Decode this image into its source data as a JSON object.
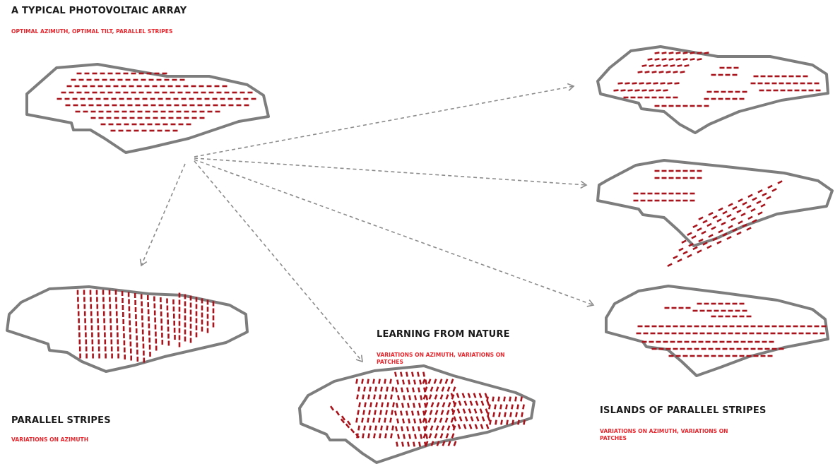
{
  "colors": {
    "outline": "#7d7d7d",
    "panel": "#a8141c",
    "arrow": "#8c8c8c",
    "title": "#1a1a1a",
    "subtitle": "#e8262d"
  },
  "labels": {
    "main_title": "A TYPICAL PHOTOVOLTAIC ARRAY",
    "main_subtitle": "OPTIMAL AZIMUTH, OPTIMAL TILT, PARALLEL STRIPES",
    "parallel_title": "PARALLEL STRIPES",
    "parallel_subtitle": "VARIATIONS ON AZIMUTH",
    "nature_title": "LEARNING FROM NATURE",
    "nature_subtitle": "VARIATIONS ON AZIMUTH, VARIATIONS ON PATCHES",
    "islands_title": "ISLANDS OF PARALLEL STRIPES",
    "islands_subtitle": "VARIATIONS ON AZIMUTH, VARIATIONS ON PATCHES"
  },
  "icons": {
    "arrowheads": "chevron-arrow-icon"
  }
}
